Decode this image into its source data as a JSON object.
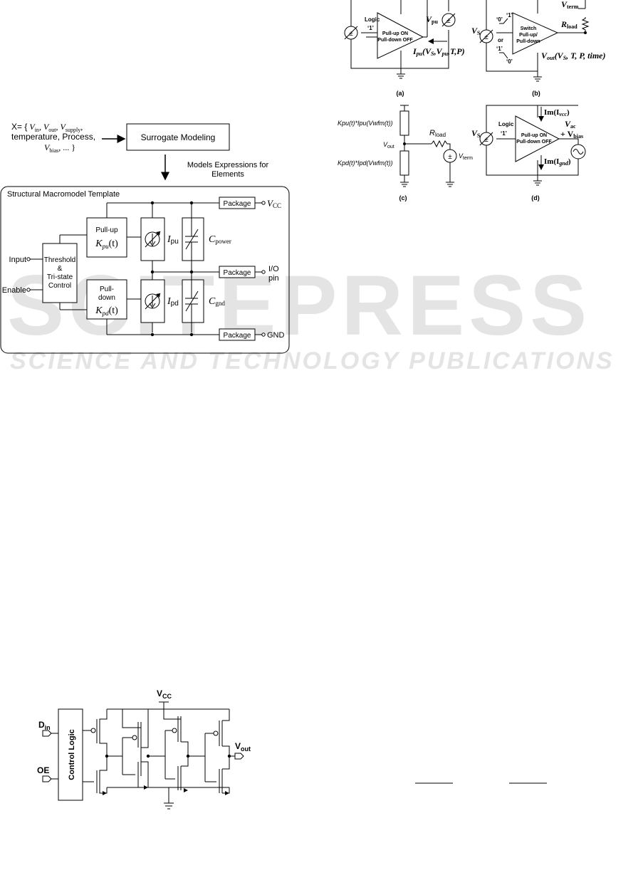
{
  "watermark": {
    "main": "SCITEPRESS",
    "sub": "SCIENCE AND TECHNOLOGY PUBLICATIONS"
  },
  "flow": {
    "input_set": "X= { Vin, Vout, Vsupply, temperature, Process, Vbias, ... }",
    "input_line1": "X= {",
    "input_vin": "V",
    "input_vin_sub": "in",
    "input_vout": "V",
    "input_vout_sub": "out",
    "input_vsup": "V",
    "input_vsup_sub": "supply",
    "input_line2": "temperature, Process,",
    "input_vbias": "V",
    "input_vbias_sub": "bias",
    "input_end": ", ... }",
    "surrogate": "Surrogate Modeling",
    "models_expr_1": "Models Expressions for",
    "models_expr_2": "Elements"
  },
  "template": {
    "title": "Structural Macromodel Template",
    "input_label": "Input",
    "enable_label": "Enable",
    "threshold_1": "Threshold",
    "threshold_2": "&",
    "threshold_3": "Tri-state",
    "threshold_4": "Control",
    "pullup_1": "Pull-up",
    "pullup_k": "K",
    "pullup_k_sub": "pu",
    "pullup_k_arg": "(t)",
    "pulldown_1": "Pull-",
    "pulldown_2": "down",
    "pulldown_k": "K",
    "pulldown_k_sub": "pd",
    "pulldown_k_arg": "(t)",
    "ipu": "I",
    "ipu_sub": "pu",
    "ipd": "I",
    "ipd_sub": "pd",
    "cpower": "C",
    "cpower_sub": "power",
    "cgnd": "C",
    "cgnd_sub": "gnd",
    "package": "Package",
    "vcc": "V",
    "vcc_sub": "CC",
    "io_1": "I/O",
    "io_2": "pin",
    "gnd": "GND"
  },
  "panel_a": {
    "logic": "Logic",
    "one": "‘1’",
    "amp_1": "Pull-up ON",
    "amp_2": "Pull-down OFF",
    "vpu": "V",
    "vpu_sub": "pu",
    "ipu_expr": "I",
    "ipu_expr_sub": "pu",
    "ipu_expr_args": "(V",
    "ipu_expr_s": "S",
    "ipu_expr_mid": ",V",
    "ipu_expr_pu": "pu",
    "ipu_expr_end": ",T,P)",
    "caption": "(a)"
  },
  "panel_b": {
    "vs": "V",
    "vs_sub": "S",
    "zero_top": "‘0’",
    "one_top": "‘1’",
    "or": "or",
    "one_bot": "‘1’",
    "zero_bot": "‘0’",
    "amp_1": "Switch",
    "amp_2": "Pull-up/",
    "amp_3": "Pull-down",
    "vterm": "V",
    "vterm_sub": "term",
    "rload": "R",
    "rload_sub": "load",
    "vout_expr": "V",
    "vout_expr_sub": "out",
    "vout_expr_args": "(V",
    "vout_expr_s": "S",
    "vout_expr_end": ", T, P, time)",
    "caption": "(b)"
  },
  "panel_c": {
    "kpu_expr": "Kpu(t)*Ipu(Vwfm(t))",
    "kpd_expr": "Kpd(t)*Ipd(Vwfm(t))",
    "vout": "V",
    "vout_sub": "out",
    "rload": "R",
    "rload_sub": "load",
    "vterm": "V",
    "vterm_sub": "term",
    "caption": "(c)"
  },
  "panel_d": {
    "logic": "Logic",
    "one": "‘1’",
    "vs": "V",
    "vs_sub": "S",
    "amp_1": "Pull-up ON",
    "amp_2": "Pull-down OFF",
    "im_vcc": "Im(I",
    "im_vcc_sub": "vcc",
    "im_vcc_end": ")",
    "vac": "V",
    "vac_sub": "ac",
    "vbias": "+ V",
    "vbias_sub": "bias",
    "im_gnd": "Im(I",
    "im_gnd_sub": "gnd",
    "im_gnd_end": ")",
    "caption": "(d)"
  },
  "transistor": {
    "vcc": "V",
    "vcc_sub": "CC",
    "din": "D",
    "din_sub": "in",
    "oe": "OE",
    "control_logic": "Control Logic",
    "vout": "V",
    "vout_sub": "out"
  }
}
